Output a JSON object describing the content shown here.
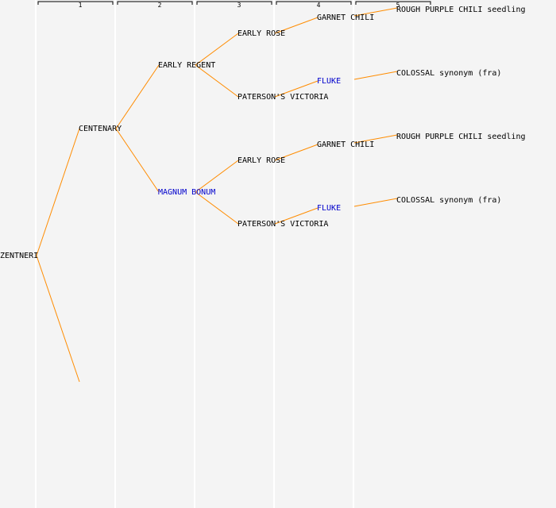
{
  "generations": [
    "1",
    "2",
    "3",
    "4",
    "5"
  ],
  "tree": {
    "root": "ZENTNERI",
    "nodes": [
      {
        "id": "n1",
        "label": "CENTENARY",
        "gen": 1,
        "link": false,
        "parent": "root"
      },
      {
        "id": "n2",
        "label": "",
        "gen": 1,
        "link": false,
        "parent": "root"
      },
      {
        "id": "n3",
        "label": "EARLY REGENT",
        "gen": 2,
        "link": false,
        "parent": "n1"
      },
      {
        "id": "n4",
        "label": "MAGNUM BONUM",
        "gen": 2,
        "link": true,
        "parent": "n1"
      },
      {
        "id": "n5",
        "label": "EARLY ROSE",
        "gen": 3,
        "link": false,
        "parent": "n3"
      },
      {
        "id": "n6",
        "label": "PATERSON'S VICTORIA",
        "gen": 3,
        "link": false,
        "parent": "n3"
      },
      {
        "id": "n7",
        "label": "EARLY ROSE",
        "gen": 3,
        "link": false,
        "parent": "n4"
      },
      {
        "id": "n8",
        "label": "PATERSON'S VICTORIA",
        "gen": 3,
        "link": false,
        "parent": "n4"
      },
      {
        "id": "n9",
        "label": "GARNET CHILI",
        "gen": 4,
        "link": false,
        "parent": "n5"
      },
      {
        "id": "n10",
        "label": "FLUKE",
        "gen": 4,
        "link": true,
        "parent": "n6"
      },
      {
        "id": "n11",
        "label": "GARNET CHILI",
        "gen": 4,
        "link": false,
        "parent": "n7"
      },
      {
        "id": "n12",
        "label": "FLUKE",
        "gen": 4,
        "link": true,
        "parent": "n8"
      },
      {
        "id": "n13",
        "label": "ROUGH PURPLE CHILI seedling",
        "gen": 5,
        "link": false,
        "parent": "n9"
      },
      {
        "id": "n14",
        "label": "COLOSSAL synonym (fra)",
        "gen": 5,
        "link": false,
        "parent": "n10"
      },
      {
        "id": "n15",
        "label": "ROUGH PURPLE CHILI seedling",
        "gen": 5,
        "link": false,
        "parent": "n11"
      },
      {
        "id": "n16",
        "label": "COLOSSAL synonym (fra)",
        "gen": 5,
        "link": false,
        "parent": "n12"
      }
    ]
  },
  "colors": {
    "edge": "#ff8c00",
    "link_text": "#0000cc",
    "background": "#f4f4f4"
  }
}
